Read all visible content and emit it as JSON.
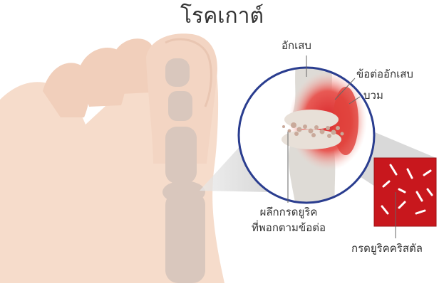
{
  "title": "โรคเกาต์",
  "labels": {
    "inflamed": "อักเสบ",
    "joint_inflamed": "ข้อต่ออักเสบ",
    "swollen": "บวม",
    "deposit_line1": "ผลึกกรดยูริค",
    "deposit_line2": "ที่พอกตามข้อต่อ",
    "crystals": "กรดยูริคคริสตัล"
  },
  "colors": {
    "foot_skin": "#f6dccb",
    "bone": "#d9c7bd",
    "circle_border": "#2a3d8f",
    "inflammation_red": "#d9262a",
    "crystal_bg": "#c8171d",
    "crystal": "#ffffff",
    "callout_gray": "#cfcfcf",
    "text": "#333333"
  }
}
